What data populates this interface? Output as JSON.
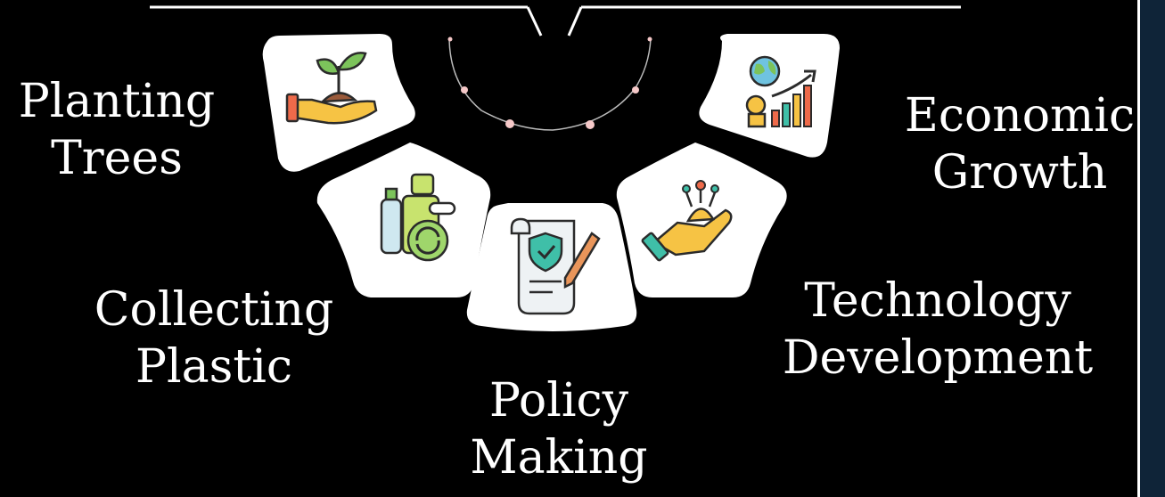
{
  "items": [
    {
      "lines": [
        "Planting",
        "Trees"
      ],
      "icon": "hand-plant-icon"
    },
    {
      "lines": [
        "Collecting",
        "Plastic"
      ],
      "icon": "plastic-recycling-icon"
    },
    {
      "lines": [
        "Policy",
        "Making"
      ],
      "icon": "policy-document-icon"
    },
    {
      "lines": [
        "Technology",
        "Development"
      ],
      "icon": "tech-hand-icon"
    },
    {
      "lines": [
        "Economic",
        "Growth"
      ],
      "icon": "economic-growth-icon"
    }
  ],
  "colors": {
    "background": "#000000",
    "card": "#ffffff",
    "text": "#ffffff",
    "edge": "#0f2438"
  }
}
